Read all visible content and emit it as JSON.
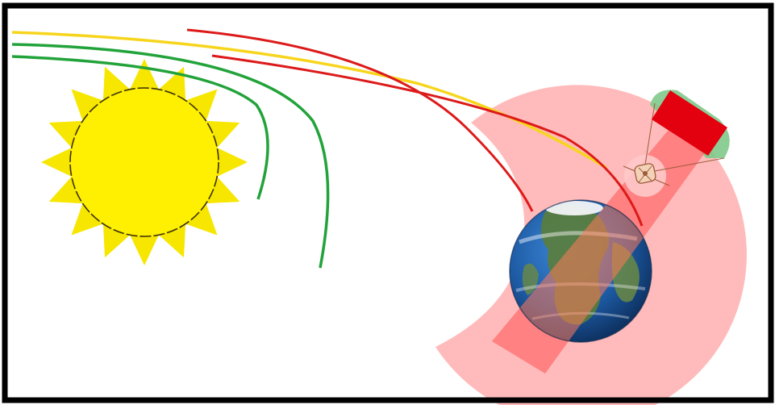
{
  "colors": {
    "background": "#ffffff",
    "frame": "#000000",
    "sun_rays": "#f7e600",
    "sun_disk": "#ffef00",
    "sun_outline": "#3a3000",
    "yellow_ray": "#f7d51c",
    "green_curves": "#22a33a",
    "red_curves": "#dd1a1a",
    "shadow_zone": "#ffa8a8",
    "beam": "#ff6e6e",
    "detector": "#e3000f",
    "detector_halo": "#7fc98a",
    "satellite": "#9c5b3b",
    "ocean": "#1e5ea8",
    "land": "#5b7d3a",
    "ice": "#f2f4f7"
  },
  "elements": [
    "sun-icon",
    "earth-icon",
    "satellite-icon",
    "detector-panel",
    "shadow-zone",
    "field-beam",
    "yellow-ray",
    "green-curve",
    "red-curve"
  ]
}
